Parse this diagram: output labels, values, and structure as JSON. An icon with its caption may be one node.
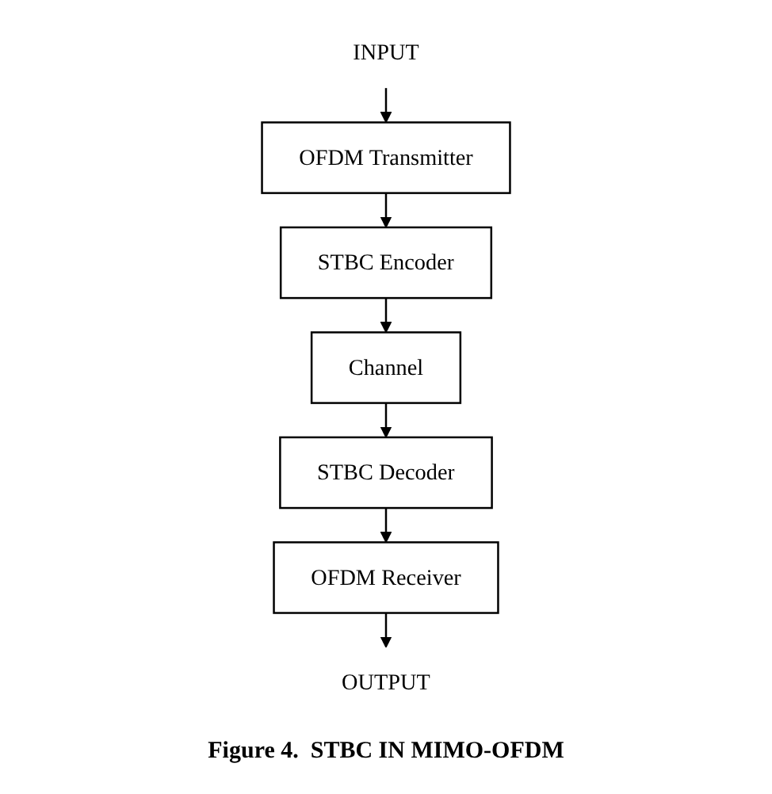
{
  "diagram": {
    "caption": "Figure 4.  STBC IN MIMO-OFDM",
    "nodes": [
      {
        "text": [
          "INPUT"
        ]
      },
      {
        "text": [
          "OFDM Transmitter"
        ]
      },
      {
        "text": [
          "STBC Encoder"
        ]
      },
      {
        "text": [
          "Channel"
        ]
      },
      {
        "text": [
          "STBC Decoder"
        ]
      },
      {
        "text": [
          "OFDM Receiver"
        ]
      },
      {
        "text": [
          "OUTPUT"
        ]
      }
    ],
    "edges": [
      {
        "from": 0,
        "to": 1,
        "arrow": "to"
      },
      {
        "from": 1,
        "to": 2,
        "arrow": "to"
      },
      {
        "from": 2,
        "to": 3,
        "arrow": "to"
      },
      {
        "from": 3,
        "to": 4,
        "arrow": "to"
      },
      {
        "from": 4,
        "to": 5,
        "arrow": "to"
      },
      {
        "from": 5,
        "to": 6,
        "arrow": "to"
      }
    ]
  }
}
